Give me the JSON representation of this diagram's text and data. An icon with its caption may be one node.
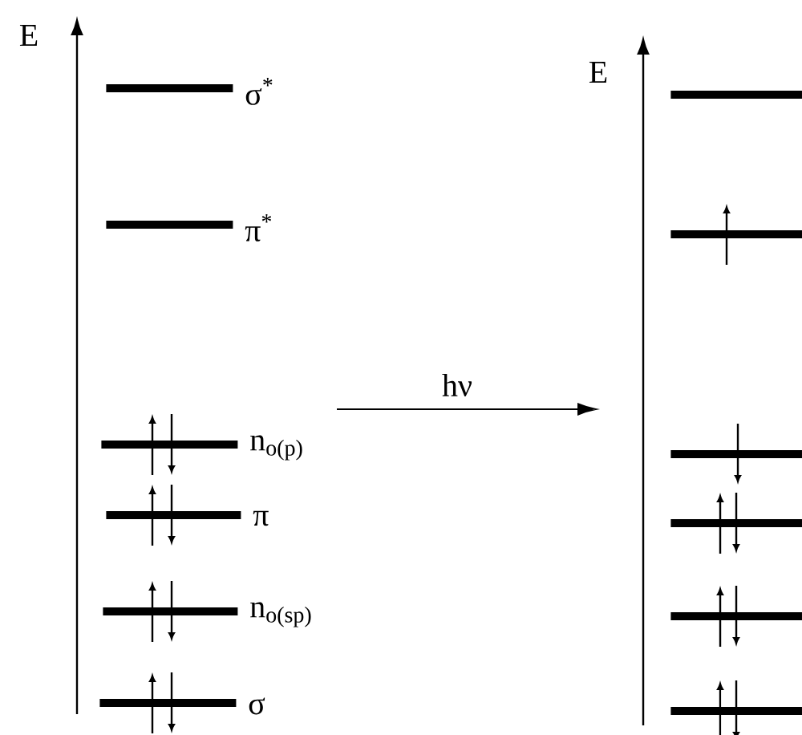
{
  "diagram": {
    "nodes": [
      {
        "text": [
          "σ$^{*}$"
        ]
      },
      {
        "text": [
          "π$^{*}$"
        ]
      },
      {
        "text": [
          "n$_{o(p)}$"
        ]
      },
      {
        "text": [
          "π"
        ]
      },
      {
        "text": [
          "n$_{o(sp)}$"
        ]
      },
      {
        "text": [
          "σ"
        ]
      },
      {
        "text": [],
        "shape": "bar"
      },
      {
        "text": [],
        "shape": "bar"
      },
      {
        "text": [],
        "shape": "bar"
      },
      {
        "text": [],
        "shape": "bar"
      },
      {
        "text": [],
        "shape": "bar"
      },
      {
        "text": [],
        "shape": "bar"
      }
    ],
    "labels": [
      "E",
      "hν",
      "E"
    ]
  }
}
